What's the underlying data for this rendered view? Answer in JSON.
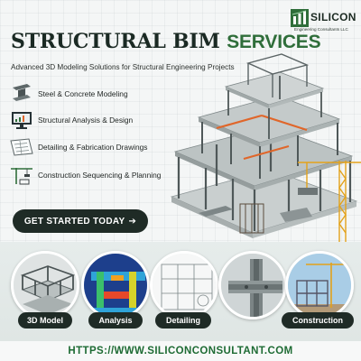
{
  "brand": {
    "name": "SILICON",
    "subtitle": "Engineering Consultants LLC",
    "colors": {
      "primary_green": "#2f6e3a",
      "dark": "#1f2b26",
      "url_green": "#1e6b34"
    }
  },
  "header": {
    "title_part1": "STRUCTURAL BIM",
    "title_part2": "SERVICES",
    "subtitle": "Advanced 3D Modeling Solutions for Structural Engineering Projects"
  },
  "features": [
    {
      "label": "Steel & Concrete Modeling",
      "icon": "i-beam-icon"
    },
    {
      "label": "Structural Analysis & Design",
      "icon": "monitor-chart-icon"
    },
    {
      "label": "Detailing & Fabrication Drawings",
      "icon": "blueprint-icon"
    },
    {
      "label": "Construction Sequencing & Planning",
      "icon": "crane-icon"
    }
  ],
  "cta": {
    "label": "GET STARTED TODAY",
    "arrow": "➔"
  },
  "categories": [
    {
      "label": "3D Model",
      "icon": "steel-frame-icon"
    },
    {
      "label": "Analysis",
      "icon": "fea-heatmap-icon"
    },
    {
      "label": "Detailing",
      "icon": "drawing-sheet-icon"
    },
    {
      "label": "",
      "icon": "steel-connection-icon"
    },
    {
      "label": "Construction",
      "icon": "construction-site-icon"
    }
  ],
  "footer": {
    "url": "HTTPS://WWW.SILICONCONSULTANT.COM"
  }
}
